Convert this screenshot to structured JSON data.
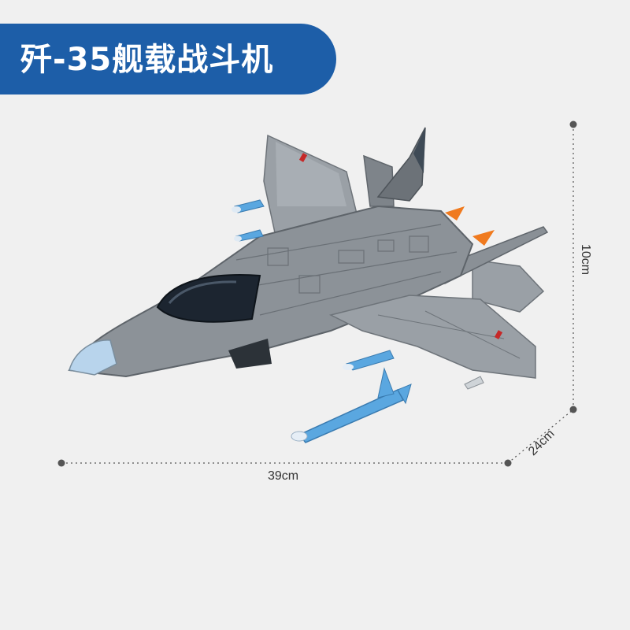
{
  "product": {
    "title": "歼-35舰载战斗机"
  },
  "dimensions": {
    "width": "39cm",
    "height": "10cm",
    "depth": "24cm"
  },
  "colors": {
    "banner": "#1d5ea8",
    "background": "#f0f0f0",
    "aircraft": "#8c9298",
    "missile": "#5aa7e0",
    "flame": "#f07a1e"
  }
}
